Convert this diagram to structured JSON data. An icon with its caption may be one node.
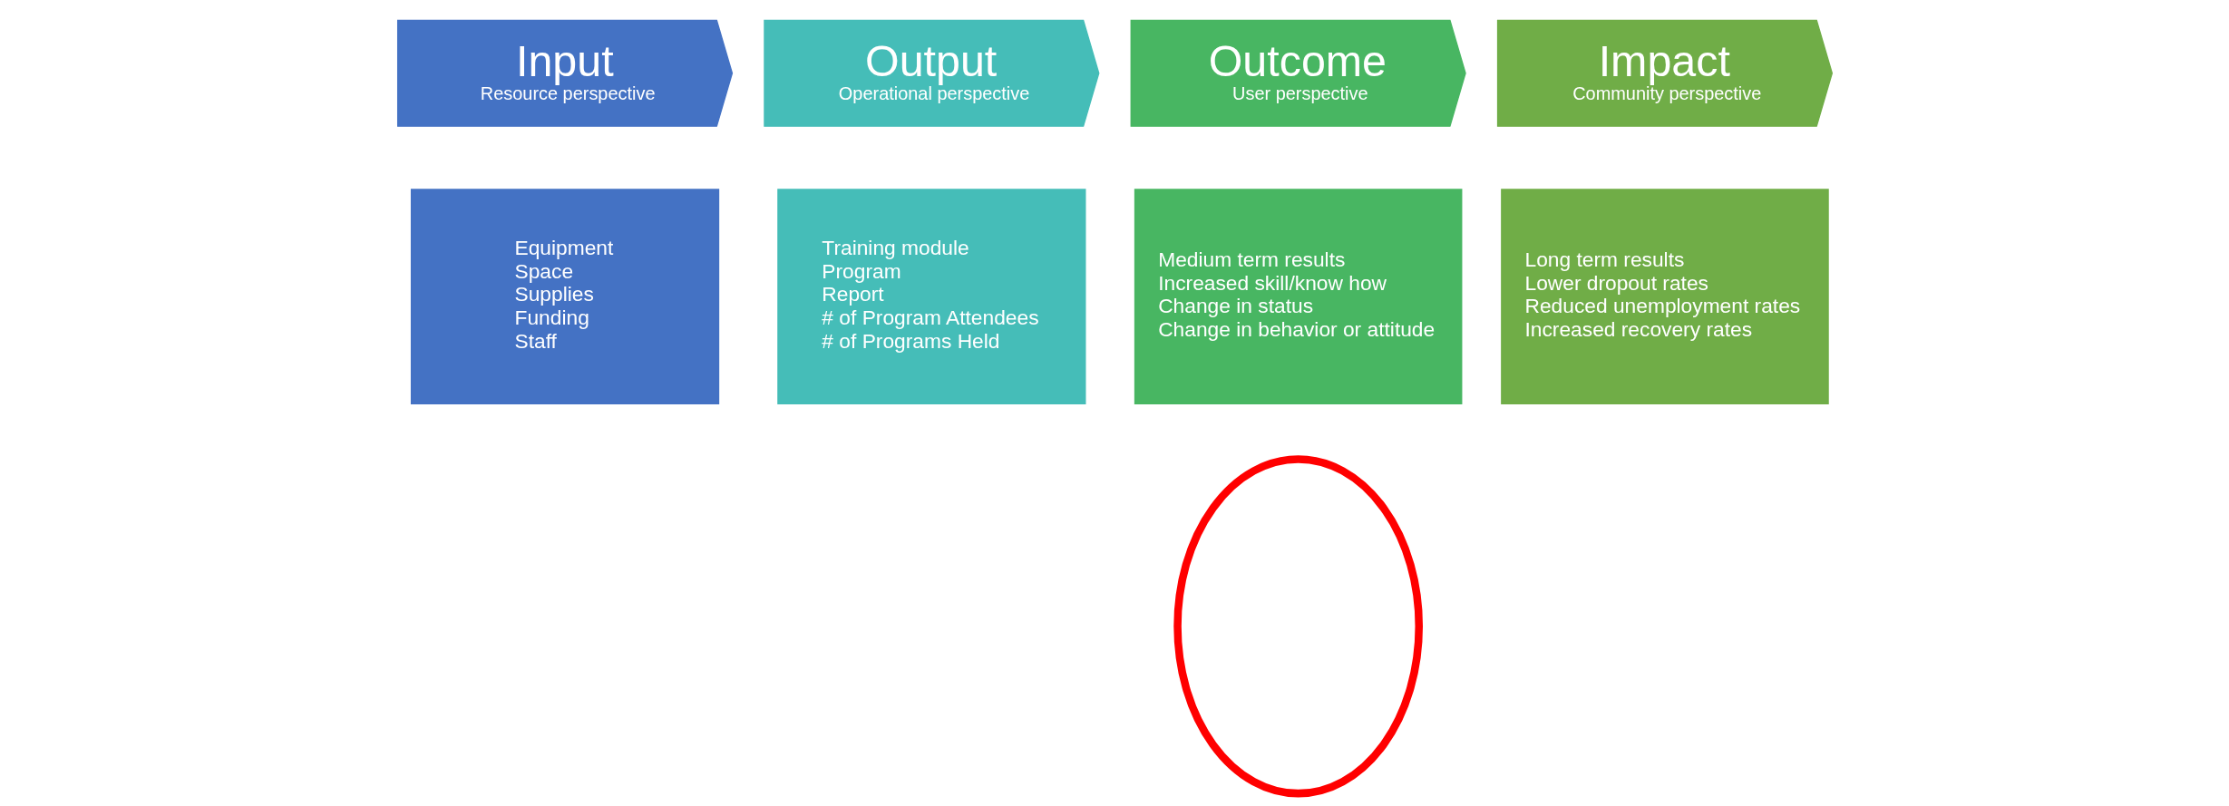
{
  "diagram": {
    "nodes": [
      {
        "text": [
          "Input",
          "Resource perspective"
        ]
      },
      {
        "text": [
          "Output",
          "Operational perspective"
        ]
      },
      {
        "text": [
          "Outcome",
          "User perspective"
        ]
      },
      {
        "text": [
          "Impact",
          "Community perspective"
        ]
      },
      {
        "text": [
          "Equipment",
          "Space",
          "Supplies",
          "Funding",
          "Staff"
        ]
      },
      {
        "text": [
          "Training module",
          "Program",
          "Report",
          "# of Program Attendees",
          "# of Programs Held"
        ]
      },
      {
        "text": [
          "Medium term results",
          "Increased skill/know how",
          "Change in status",
          "Change in behavior or attitude"
        ]
      },
      {
        "text": [
          "Long term results",
          "Lower dropout rates",
          "Reduced unemployment rates",
          "Increased recovery rates"
        ]
      },
      {
        "text": [],
        "shape": "ellipse"
      }
    ],
    "edges": []
  }
}
